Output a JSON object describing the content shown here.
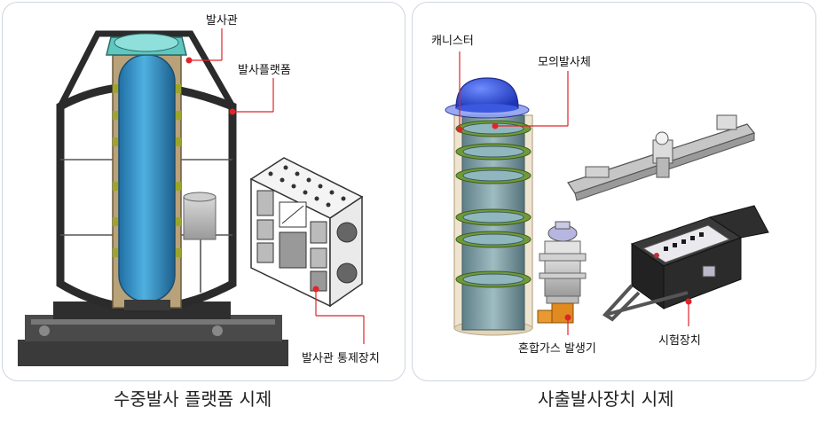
{
  "left_panel": {
    "labels": {
      "launch_tube": "발사관",
      "launch_platform": "발사플랫폼",
      "control_unit": "발사관 통제장치"
    },
    "caption": "수중발사 플랫폼 시제"
  },
  "right_panel": {
    "labels": {
      "canister": "캐니스터",
      "mock_vehicle": "모의발사체",
      "gas_generator": "혼합가스 발생기",
      "test_equipment": "시험장치"
    },
    "caption": "사출발사장치 시제"
  },
  "colors": {
    "leader_line": "#e0242a",
    "tube_blue": "#2f8fc7",
    "ring_green": "#6f9a3a",
    "dome_blue": "#2a4fd0",
    "frame_dark": "#2b2b2b",
    "gas_orange": "#e08a20"
  }
}
